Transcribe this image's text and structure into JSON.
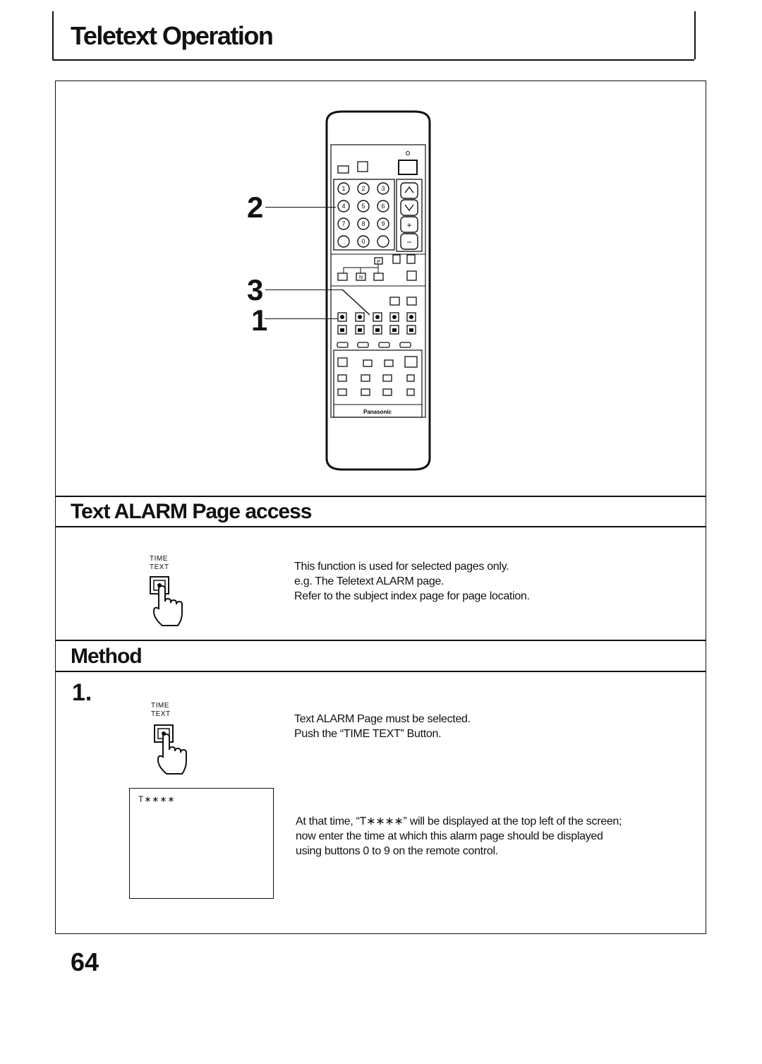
{
  "header": {
    "title": "Teletext Operation"
  },
  "remote": {
    "brand": "Panasonic",
    "callouts": [
      "2",
      "3",
      "1"
    ],
    "digit_keys": [
      "1",
      "2",
      "3",
      "4",
      "5",
      "6",
      "7",
      "8",
      "9",
      "0"
    ],
    "mini_key_labels": [
      "P",
      "N"
    ]
  },
  "alarm_section": {
    "title": "Text ALARM Page access",
    "button_label_line1": "TIME",
    "button_label_line2": "TEXT",
    "lines": [
      "This function is used for selected pages only.",
      "e.g. The Teletext ALARM page.",
      "Refer to the subject index page for page location."
    ]
  },
  "method_section": {
    "title": "Method",
    "step_number": "1.",
    "button_label_line1": "TIME",
    "button_label_line2": "TEXT",
    "step_lines": [
      "Text ALARM Page must be selected.",
      "Push the “TIME TEXT” Button."
    ],
    "screen_text": "T∗∗∗∗",
    "note_lines": [
      "At that time, “T∗∗∗∗” will be displayed at the top left of the screen;",
      "now enter the time at which this alarm page should be displayed",
      "using buttons 0 to 9 on the remote control."
    ]
  },
  "footer": {
    "page_number": "64"
  }
}
